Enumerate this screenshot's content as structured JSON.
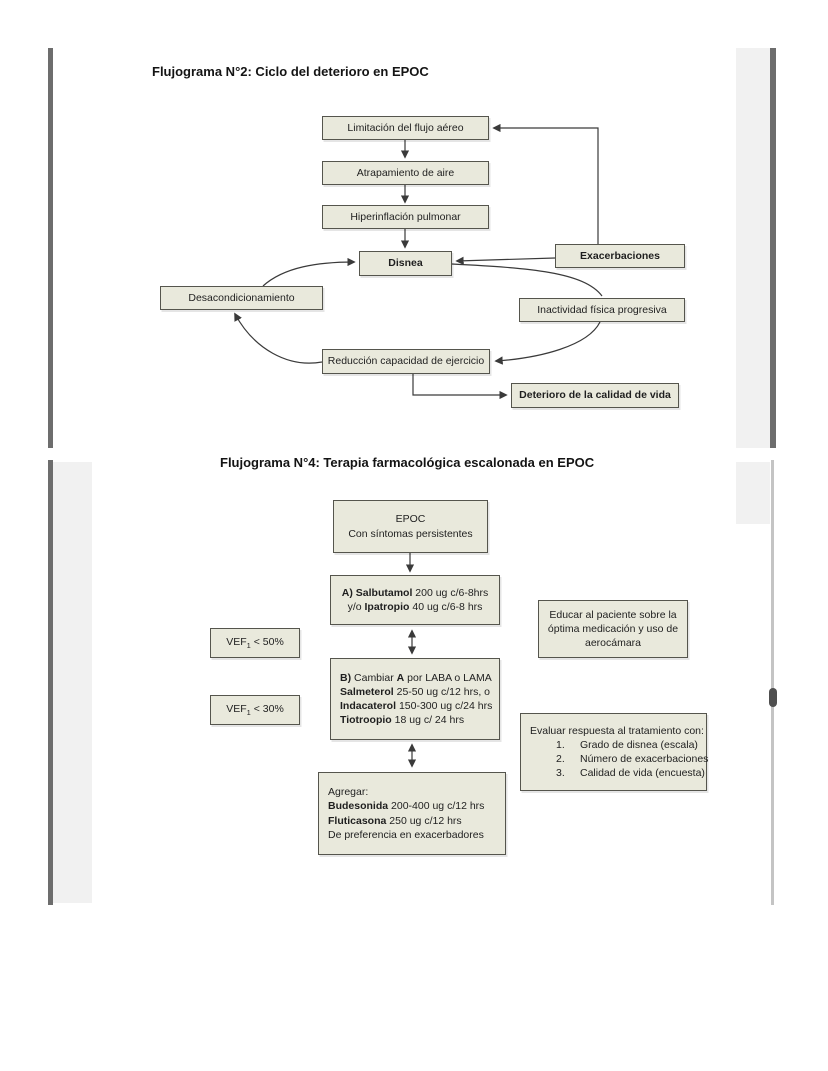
{
  "page1": {
    "title": "Flujograma N°2: Ciclo del deterioro en EPOC",
    "nodes": {
      "limitacion": "Limitación del flujo aéreo",
      "atrapamiento": "Atrapamiento de aire",
      "hiperinflacion": "Hiperinflación pulmonar",
      "disnea": "Disnea",
      "exacerbaciones": "Exacerbaciones",
      "desacondicionamiento": "Desacondicionamiento",
      "inactividad": "Inactividad física progresiva",
      "reduccion": "Reducción capacidad de ejercicio",
      "deterioro": "Deterioro de la calidad de vida"
    }
  },
  "page2": {
    "title": "Flujograma N°4: Terapia farmacológica escalonada en EPOC",
    "epoc": {
      "line1": "EPOC",
      "line2": "Con síntomas persistentes"
    },
    "step_a": {
      "label": "A)",
      "drug1": "Salbutamol",
      "dose1": "200 ug c/6-8hrs",
      "pre2": "y/o",
      "drug2": "Ipatropio",
      "dose2": "40 ug c/6-8 hrs"
    },
    "vef50": {
      "name": "VEF",
      "sub": "1",
      "value": "< 50%"
    },
    "vef30": {
      "name": "VEF",
      "sub": "1",
      "value": "< 30%"
    },
    "educar": {
      "line1": "Educar al paciente sobre la",
      "line2": "óptima medicación y uso de",
      "line3": "aerocámara"
    },
    "step_b": {
      "label": "B)",
      "pre": "Cambiar",
      "a_ref": "A",
      "post": "por LABA o LAMA",
      "drug1": "Salmeterol",
      "dose1": "25-50 ug c/12 hrs, o",
      "drug2": "Indacaterol",
      "dose2": "150-300 ug c/24 hrs",
      "drug3": "Tiotroopio",
      "dose3": "18 ug c/ 24 hrs"
    },
    "evaluar": {
      "header": "Evaluar respuesta al tratamiento con:",
      "num1": "1.",
      "item1": "Grado de disnea (escala)",
      "num2": "2.",
      "item2": "Número de exacerbaciones",
      "num3": "3.",
      "item3": "Calidad de vida (encuesta)"
    },
    "agregar": {
      "header": "Agregar:",
      "drug1": "Budesonida",
      "dose1": "200-400 ug c/12 hrs",
      "drug2": "Fluticasona",
      "dose2": "250 ug c/12 hrs",
      "note": "De preferencia en exacerbadores"
    }
  },
  "colors": {
    "box_fill": "#e9e9dc",
    "box_border": "#55554d",
    "connector_line": "#3a3a3a",
    "page_edge": "#6d6d6d"
  }
}
